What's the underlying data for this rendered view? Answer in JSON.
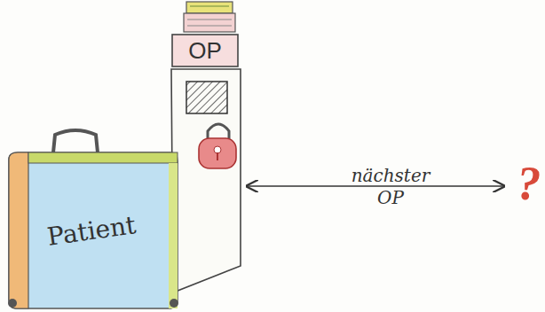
{
  "diagram": {
    "nodes": [
      {
        "text": [
          "OP"
        ]
      },
      {
        "text": [
          "Patient"
        ]
      }
    ],
    "labels": [
      "nächster OP",
      "?"
    ]
  }
}
